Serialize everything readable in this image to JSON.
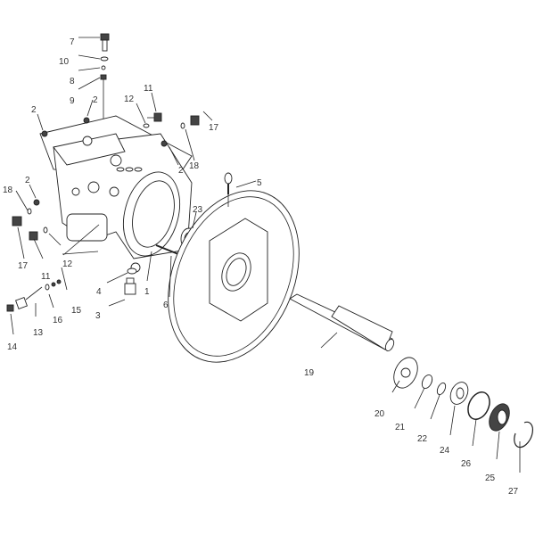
{
  "diagram": {
    "title": "Hydraulic pump housing and drive shaft exploded parts diagram",
    "callouts": [
      "7",
      "10",
      "8",
      "9",
      "2",
      "2",
      "12",
      "11",
      "17",
      "18",
      "2",
      "18",
      "2",
      "17",
      "12",
      "11",
      "4",
      "1",
      "3",
      "6",
      "15",
      "16",
      "13",
      "14",
      "5",
      "23",
      "19",
      "20",
      "21",
      "22",
      "24",
      "26",
      "25",
      "27"
    ]
  }
}
